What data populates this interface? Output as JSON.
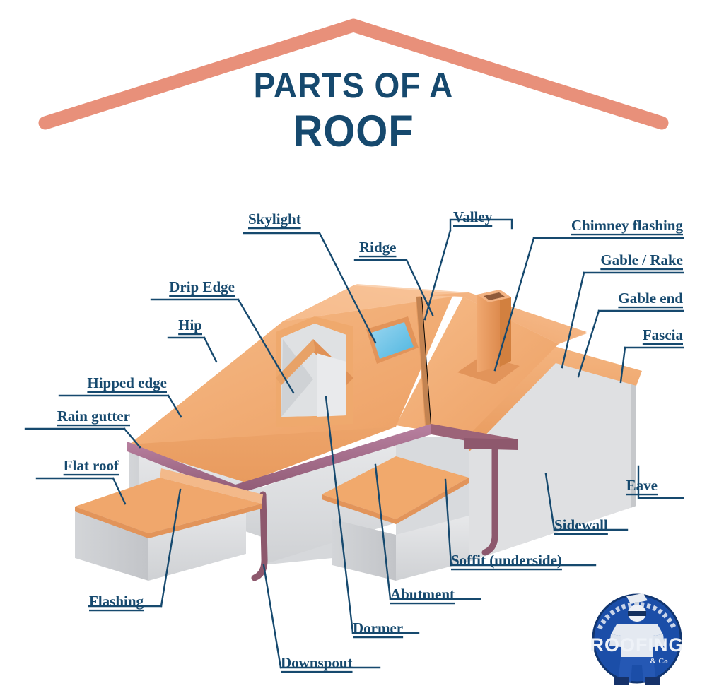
{
  "title": {
    "line1": "PARTS OF A",
    "line2": "ROOF"
  },
  "colors": {
    "title_navy": "#16496e",
    "chevron_salmon": "#e8907a",
    "roof_orange": "#f1a96c",
    "roof_orange_light": "#f7bf8d",
    "roof_orange_dark": "#e09257",
    "gutter_mauve": "#a0697f",
    "wall_grey": "#dfe0e2",
    "wall_grey_dark": "#c9cacd",
    "skylight_blue": "#6fc4e8",
    "leader_line": "#16496e",
    "logo_blue": "#1b4ea8"
  },
  "labels": [
    {
      "id": "skylight",
      "text": "Skylight"
    },
    {
      "id": "ridge",
      "text": "Ridge"
    },
    {
      "id": "valley",
      "text": "Valley"
    },
    {
      "id": "chimney-flashing",
      "text": "Chimney flashing"
    },
    {
      "id": "gable-rake",
      "text": "Gable / Rake"
    },
    {
      "id": "gable-end",
      "text": "Gable end"
    },
    {
      "id": "fascia",
      "text": "Fascia"
    },
    {
      "id": "drip-edge",
      "text": "Drip Edge"
    },
    {
      "id": "hip",
      "text": "Hip"
    },
    {
      "id": "hipped-edge",
      "text": "Hipped edge"
    },
    {
      "id": "rain-gutter",
      "text": "Rain gutter"
    },
    {
      "id": "flat-roof",
      "text": "Flat roof"
    },
    {
      "id": "flashing",
      "text": "Flashing"
    },
    {
      "id": "downspout",
      "text": "Downspout"
    },
    {
      "id": "dormer",
      "text": "Dormer"
    },
    {
      "id": "abutment",
      "text": "Abutment"
    },
    {
      "id": "soffit",
      "text": "Soffit (underside)"
    },
    {
      "id": "sidewall",
      "text": "Sidewall"
    },
    {
      "id": "eave",
      "text": "Eave"
    }
  ],
  "logo": {
    "name": "roofing-company-logo",
    "word": "ROOFING",
    "suffix": "& Co"
  }
}
